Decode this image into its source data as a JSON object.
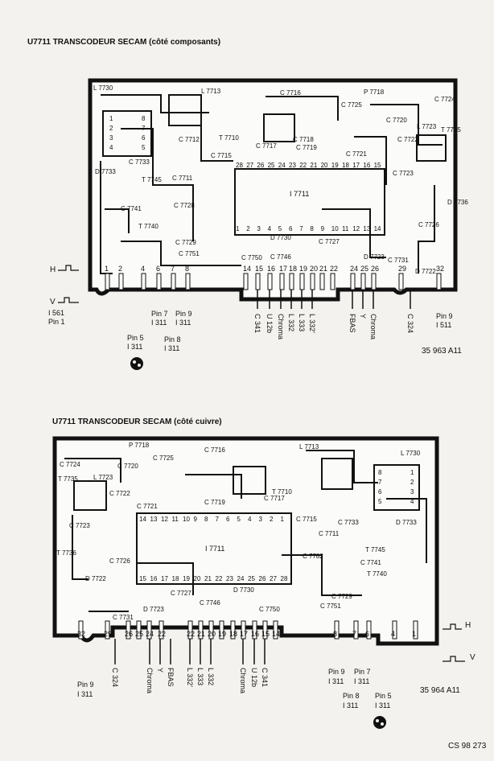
{
  "top_heading": "U7711 TRANSCODEUR SECAM (côté composants)",
  "bottom_heading": "U7711 TRANSCODEUR SECAM (côté cuivre)",
  "top_ref": "35 963 A11",
  "bottom_ref": "35 964 A11",
  "doc_ref": "CS 98 273",
  "ic_label": "I 7711",
  "ic_pins_top_row": [
    "28",
    "27",
    "26",
    "25",
    "24",
    "23",
    "22",
    "21",
    "20",
    "19",
    "18",
    "17",
    "16",
    "15"
  ],
  "ic_pins_bottom_row": [
    "1",
    "2",
    "3",
    "4",
    "5",
    "6",
    "7",
    "8",
    "9",
    "10",
    "11",
    "12",
    "13",
    "14"
  ],
  "top_connector_pins": [
    "1",
    "2",
    "4",
    "6",
    "7",
    "8",
    "14",
    "15",
    "16",
    "17",
    "18",
    "19",
    "20",
    "21",
    "22",
    "24",
    "25",
    "26",
    "29",
    "32"
  ],
  "top_signals": [
    "C 341",
    "U 12b",
    "Chroma",
    "L 332",
    "L 333",
    "L 332'",
    "FBAS",
    "Y",
    "Chroma",
    "C 324"
  ],
  "top_pin_refs": [
    "Pin 7",
    "I 311",
    "Pin 9",
    "I 311",
    "Pin 5",
    "I 311",
    "Pin 8",
    "I 311",
    "Pin 9",
    "I 511",
    "I 561",
    "Pin 1"
  ],
  "bottom_signals": [
    "Chroma",
    "Y",
    "FBAS",
    "L 332'",
    "L 333",
    "L 332",
    "Chroma",
    "U 12b",
    "C 341",
    "C 324"
  ],
  "bottom_pin_refs": [
    "Pin 9",
    "I 311",
    "Pin 9",
    "I 311",
    "Pin 7",
    "I 311",
    "Pin 8",
    "I 311",
    "Pin 5",
    "I 311"
  ],
  "h_label": "H",
  "v_label": "V",
  "components_top": [
    "L 7730",
    "L 7713",
    "P 7718",
    "C 7724",
    "C 7716",
    "C 7725",
    "C 7720",
    "L 7723",
    "T 7735",
    "T 7710",
    "C 7717",
    "C 7718",
    "C 7719",
    "C 7721",
    "C 7722",
    "C 7723",
    "C 7711",
    "C 7728",
    "C 7741",
    "T 7740",
    "C 7729",
    "C 7751",
    "C 7750",
    "C 7746",
    "D 7730",
    "C 7727",
    "C 7731",
    "D 7722",
    "D 7723",
    "D 7736",
    "C 7726",
    "C 7712",
    "C 7715",
    "C 7733",
    "D 7733",
    "T 7745"
  ],
  "components_bottom": [
    "C 7724",
    "P 7718",
    "C 7716",
    "L 7713",
    "L 7730",
    "C 7725",
    "C 7720",
    "T 7735",
    "L 7723",
    "C 7719",
    "T 7710",
    "C 7717",
    "C 7715",
    "C 7721",
    "C 7722",
    "C 7723",
    "T 7736",
    "C 7726",
    "C 7711",
    "C 7782",
    "C 7741",
    "T 7740",
    "C 7727",
    "D 7730",
    "C 7746",
    "C 7750",
    "C 7729",
    "C 7751",
    "D 7722",
    "D 7723",
    "C 7731",
    "C 7733",
    "D 7733",
    "T 7745"
  ]
}
